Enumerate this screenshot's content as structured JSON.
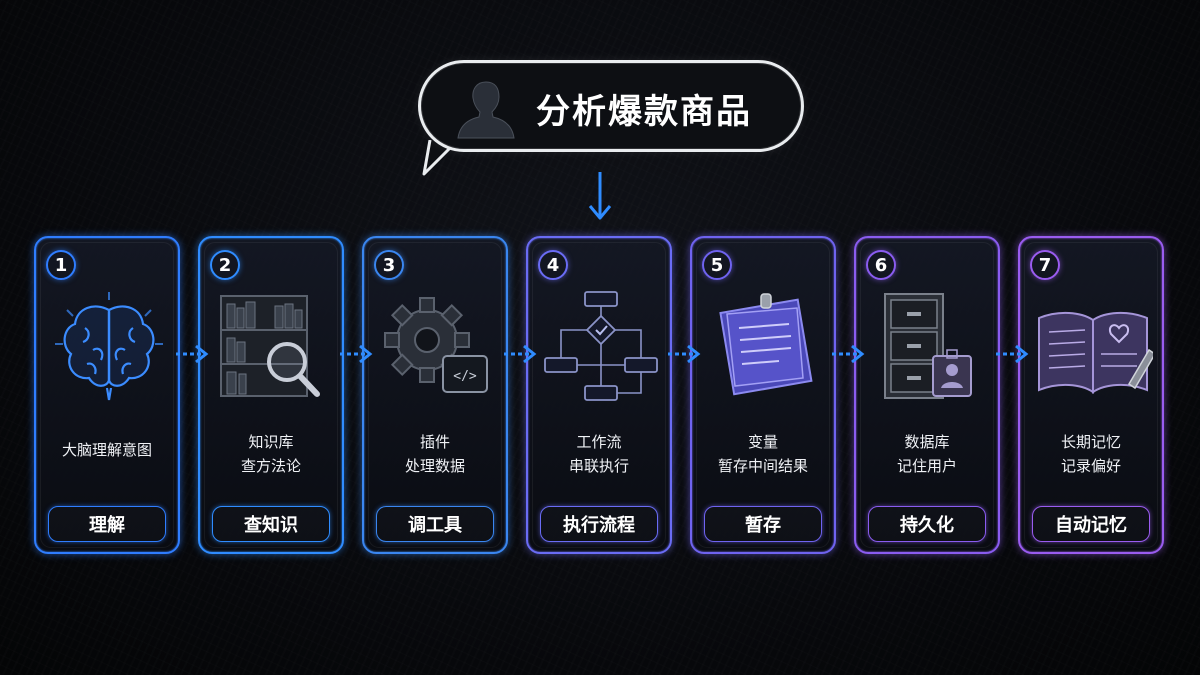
{
  "prompt": {
    "text": "分析爆款商品",
    "icon": "person-silhouette-icon"
  },
  "steps": [
    {
      "number": "1",
      "desc": [
        "大脑理解意图"
      ],
      "tag": "理解",
      "icon": "brain-icon",
      "color": "#2f7dff"
    },
    {
      "number": "2",
      "desc": [
        "知识库",
        "查方法论"
      ],
      "tag": "查知识",
      "icon": "bookshelf-magnifier-icon",
      "color": "#2f8cff"
    },
    {
      "number": "3",
      "desc": [
        "插件",
        "处理数据"
      ],
      "tag": "调工具",
      "icon": "gear-code-icon",
      "color": "#3a86f0"
    },
    {
      "number": "4",
      "desc": [
        "工作流",
        "串联执行"
      ],
      "tag": "执行流程",
      "icon": "flowchart-icon",
      "color": "#6a6cf5"
    },
    {
      "number": "5",
      "desc": [
        "变量",
        "暂存中间结果"
      ],
      "tag": "暂存",
      "icon": "sticky-note-icon",
      "color": "#6f63f0"
    },
    {
      "number": "6",
      "desc": [
        "数据库",
        "记住用户"
      ],
      "tag": "持久化",
      "icon": "file-cabinet-icon",
      "color": "#8a5cf0"
    },
    {
      "number": "7",
      "desc": [
        "长期记忆",
        "记录偏好"
      ],
      "tag": "自动记忆",
      "icon": "notebook-pen-icon",
      "color": "#9a5cf0"
    }
  ]
}
